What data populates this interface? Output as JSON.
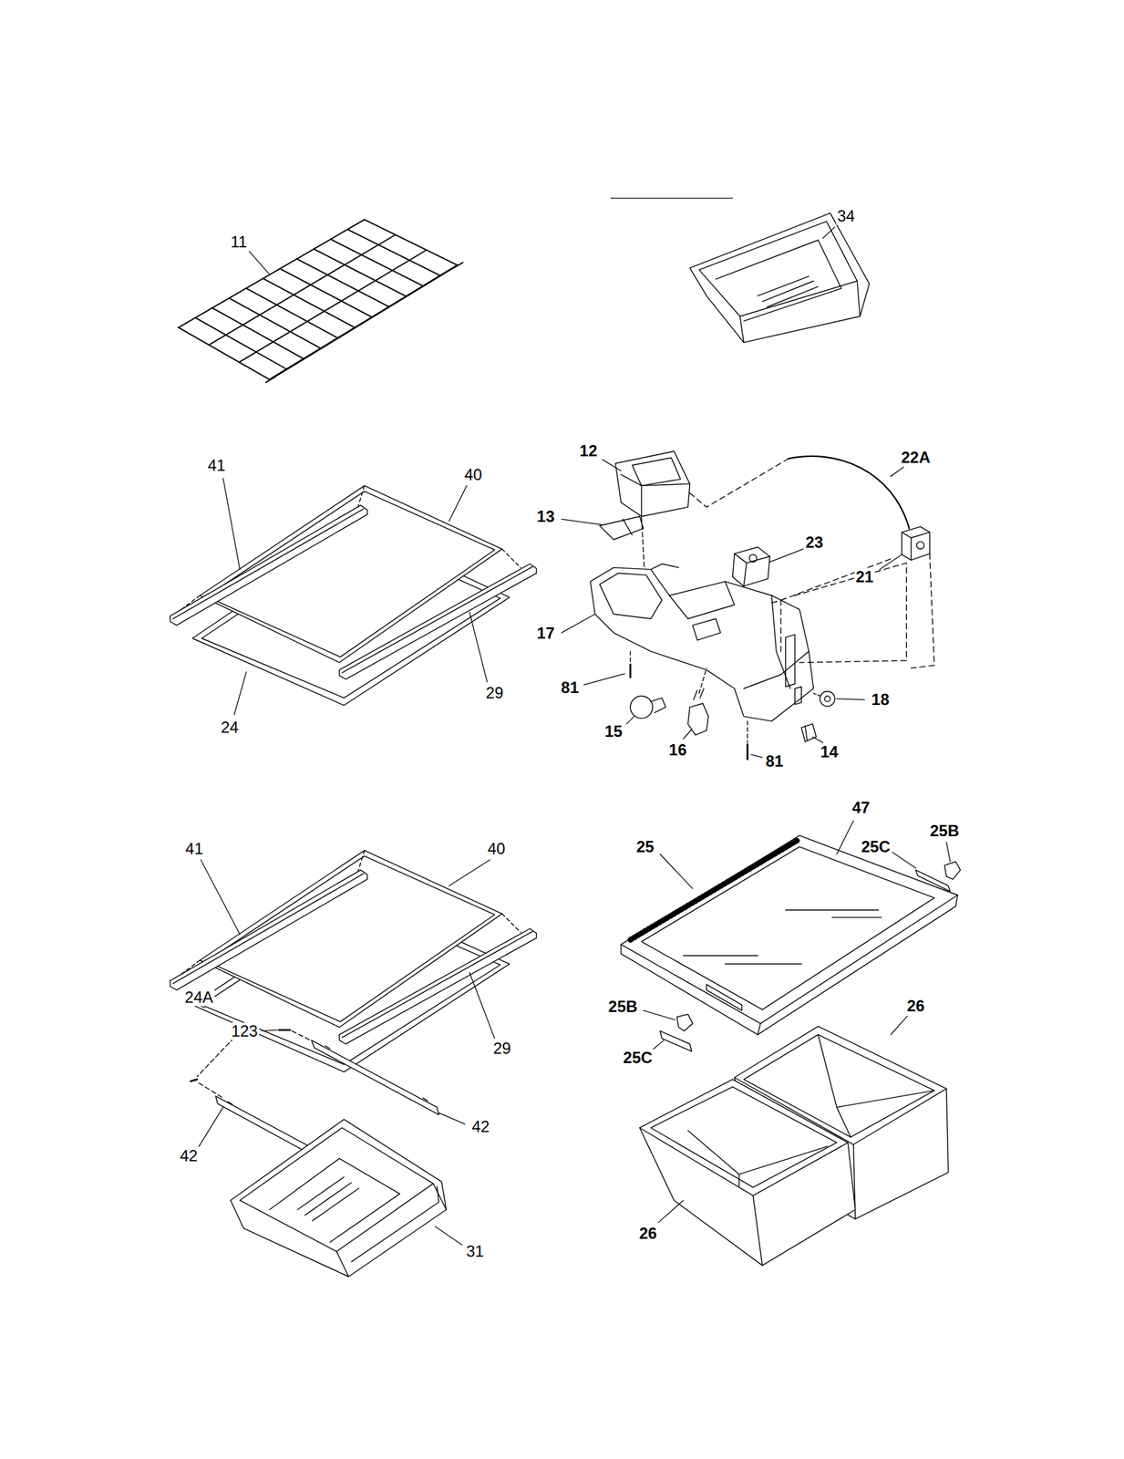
{
  "diagram": {
    "labels": [
      "11",
      "34",
      "12",
      "22A",
      "13",
      "23",
      "41",
      "40",
      "21",
      "17",
      "29",
      "81",
      "18",
      "15",
      "16",
      "14",
      "81",
      "24",
      "41",
      "40",
      "47",
      "25",
      "25B",
      "25C",
      "24A",
      "123",
      "29",
      "25B",
      "25C",
      "26",
      "42",
      "42",
      "26",
      "31"
    ]
  }
}
